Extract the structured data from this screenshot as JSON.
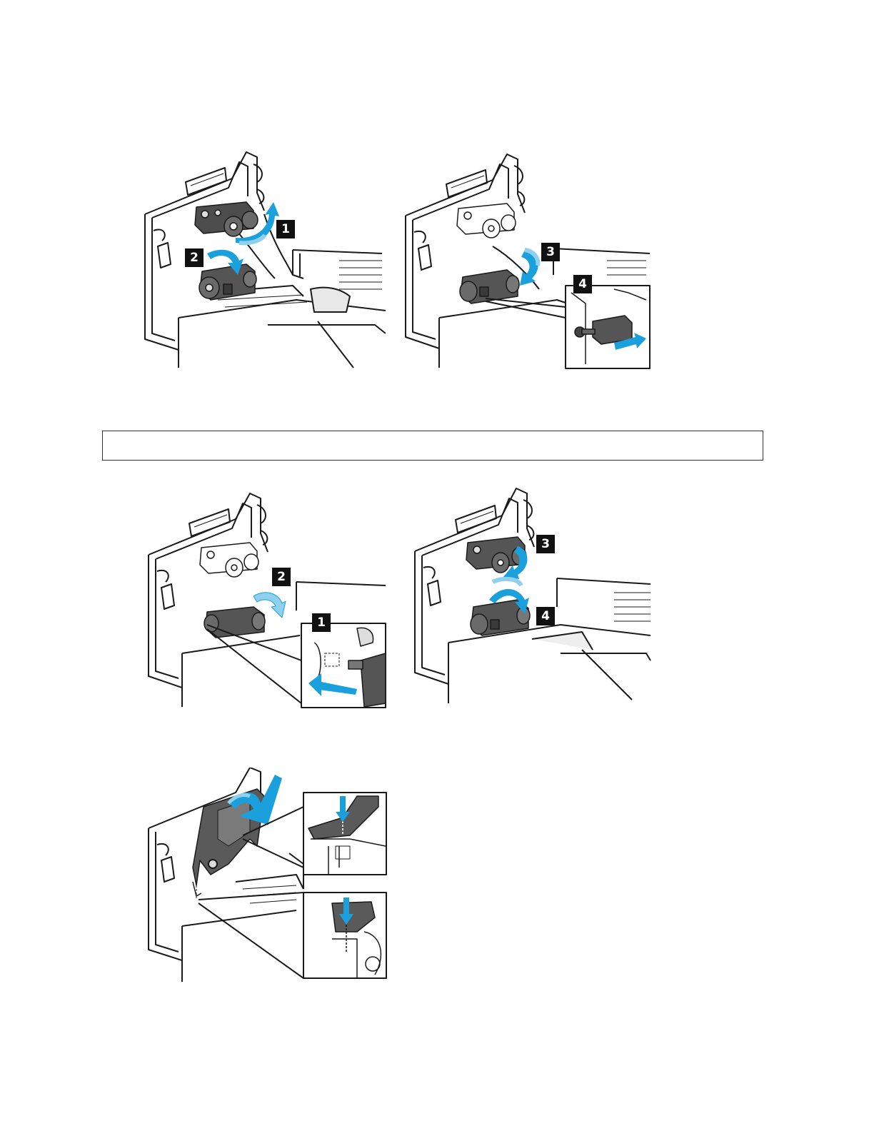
{
  "colors": {
    "accent_blue": "#1aa0dc",
    "light_blue": "#8fd0ee",
    "part_gray": "#5a5a5a",
    "badge_bg": "#111111",
    "line": "#1a1a1a"
  },
  "figures": {
    "fig1": {
      "badges": [
        "1",
        "2"
      ]
    },
    "fig2": {
      "badges": [
        "3",
        "4"
      ]
    },
    "fig3": {
      "badges": [
        "2",
        "1"
      ]
    },
    "fig4": {
      "badges": [
        "3",
        "4"
      ]
    },
    "fig5": {
      "badges": []
    }
  },
  "note_box": {
    "text": ""
  }
}
